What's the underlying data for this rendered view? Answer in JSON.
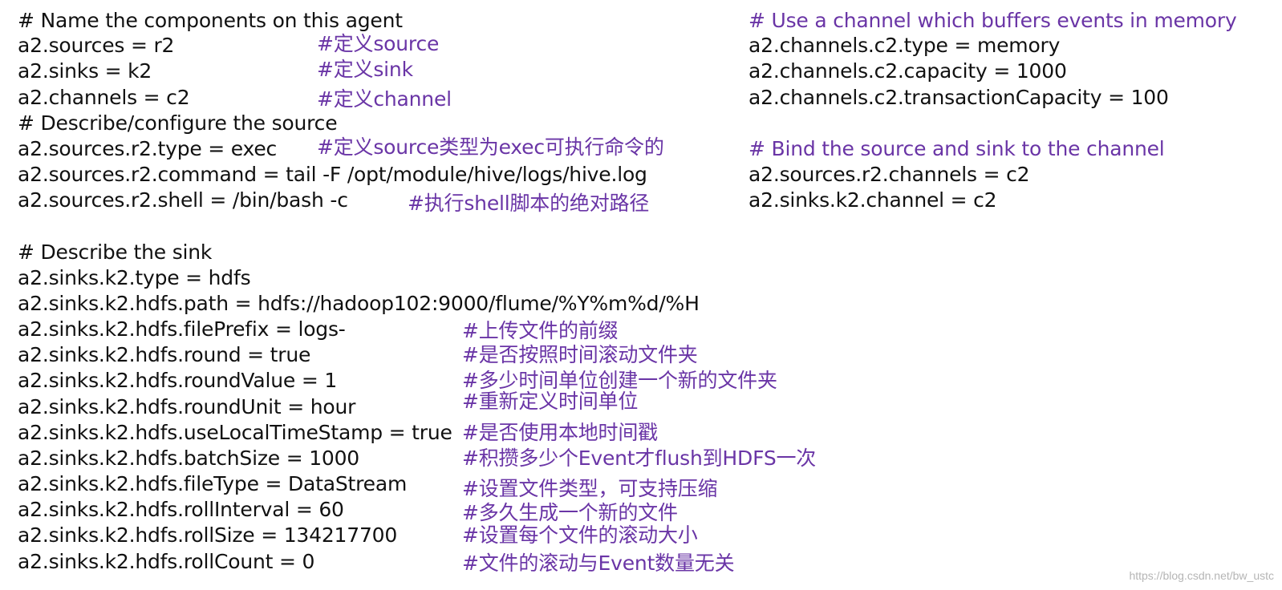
{
  "left": {
    "l01": "# Name the components on this agent",
    "l02": "a2.sources = r2",
    "l03": "a2.sinks = k2",
    "l04": "a2.channels = c2",
    "l05": "# Describe/configure the source",
    "l06": "a2.sources.r2.type = exec",
    "l07": "a2.sources.r2.command = tail -F /opt/module/hive/logs/hive.log",
    "l08": "a2.sources.r2.shell = /bin/bash -c",
    "l09": "# Describe the sink",
    "l10": "a2.sinks.k2.type = hdfs",
    "l11": "a2.sinks.k2.hdfs.path = hdfs://hadoop102:9000/flume/%Y%m%d/%H",
    "l12": "a2.sinks.k2.hdfs.filePrefix = logs-",
    "l13": "a2.sinks.k2.hdfs.round = true",
    "l14": "a2.sinks.k2.hdfs.roundValue = 1",
    "l15": "a2.sinks.k2.hdfs.roundUnit = hour",
    "l16": "a2.sinks.k2.hdfs.useLocalTimeStamp = true",
    "l17": "a2.sinks.k2.hdfs.batchSize = 1000",
    "l18": "a2.sinks.k2.hdfs.fileType = DataStream",
    "l19": "a2.sinks.k2.hdfs.rollInterval = 60",
    "l20": "a2.sinks.k2.hdfs.rollSize = 134217700",
    "l21": "a2.sinks.k2.hdfs.rollCount = 0"
  },
  "comments": {
    "c01": "#定义source",
    "c02": "#定义sink",
    "c03": "#定义channel",
    "c04": "#定义source类型为exec可执行命令的",
    "c05": "#执行shell脚本的绝对路径",
    "c06": "#上传文件的前缀",
    "c07": "#是否按照时间滚动文件夹",
    "c08": "#多少时间单位创建一个新的文件夹",
    "c09": "#重新定义时间单位",
    "c10": "#是否使用本地时间戳",
    "c11": "#积攒多少个Event才flush到HDFS一次",
    "c12": "#设置文件类型，可支持压缩",
    "c13": "#多久生成一个新的文件",
    "c14": "#设置每个文件的滚动大小",
    "c15": "#文件的滚动与Event数量无关"
  },
  "right": {
    "r01": "# Use a channel which buffers events in memory",
    "r02": "a2.channels.c2.type = memory",
    "r03": "a2.channels.c2.capacity = 1000",
    "r04": "a2.channels.c2.transactionCapacity = 100",
    "r05": "# Bind the source and sink to the channel",
    "r06": "a2.sources.r2.channels = c2",
    "r07": "a2.sinks.k2.channel = c2"
  },
  "watermark": "https://blog.csdn.net/bw_ustc",
  "colors": {
    "text": "#111111",
    "comment": "#6a35a6",
    "watermark": "#b5b5b5"
  }
}
